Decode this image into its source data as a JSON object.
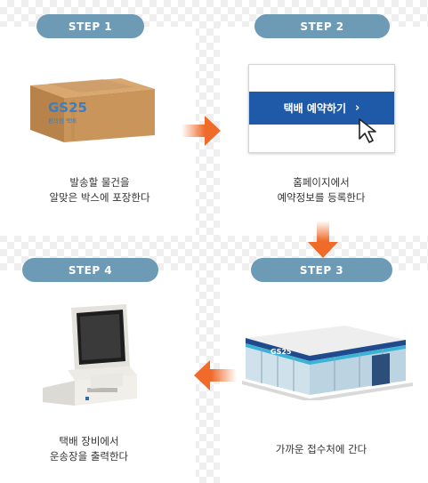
{
  "steps": [
    {
      "label": "STEP 1",
      "caption_line1": "발송할 물건을",
      "caption_line2": "알맞은 박스에 포장한다"
    },
    {
      "label": "STEP 2",
      "caption_line1": "홈페이지에서",
      "caption_line2": "예약정보를 등록한다"
    },
    {
      "label": "STEP 3",
      "caption_line1": "가까운 접수처에 간다",
      "caption_line2": ""
    },
    {
      "label": "STEP 4",
      "caption_line1": "택배 장비에서",
      "caption_line2": "운송장을 출력한다"
    }
  ],
  "box": {
    "brand": "GS25",
    "sub": "편의점 택배"
  },
  "web": {
    "button_label": "택배 예약하기"
  },
  "store": {
    "sign": "GS25"
  },
  "colors": {
    "pill": "#6d9ab4",
    "arrow": "#f06a2a",
    "button": "#1e5aa8"
  }
}
